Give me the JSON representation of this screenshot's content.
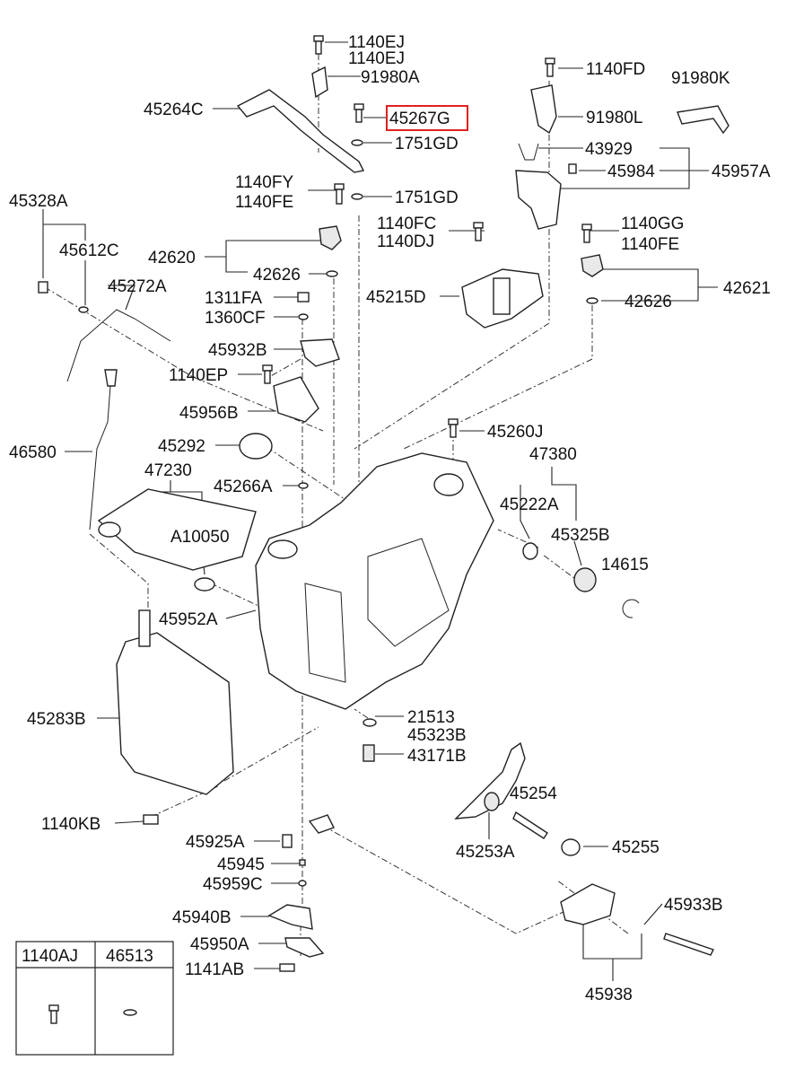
{
  "highlight_color": "#e02020",
  "highlighted_part": "45267G",
  "labels": {
    "l_1140EJ_a": "1140EJ",
    "l_1140EJ_b": "1140EJ",
    "l_91980A": "91980A",
    "l_45264C": "45264C",
    "l_45267G": "45267G",
    "l_1751GD_a": "1751GD",
    "l_1140FY": "1140FY",
    "l_1140FE_a": "1140FE",
    "l_1751GD_b": "1751GD",
    "l_1140FD": "1140FD",
    "l_91980L": "91980L",
    "l_91980K": "91980K",
    "l_43929": "43929",
    "l_45984": "45984",
    "l_45957A": "45957A",
    "l_1140FC": "1140FC",
    "l_1140DJ": "1140DJ",
    "l_1140GG": "1140GG",
    "l_1140FE_b": "1140FE",
    "l_45328A": "45328A",
    "l_45612C": "45612C",
    "l_42620": "42620",
    "l_42626_a": "42626",
    "l_45272A": "45272A",
    "l_45215D": "45215D",
    "l_42621": "42621",
    "l_1311FA": "1311FA",
    "l_1360CF": "1360CF",
    "l_42626_b": "42626",
    "l_45932B": "45932B",
    "l_1140EP": "1140EP",
    "l_45956B": "45956B",
    "l_45260J": "45260J",
    "l_46580": "46580",
    "l_45292": "45292",
    "l_47380": "47380",
    "l_47230": "47230",
    "l_45266A": "45266A",
    "l_45222A": "45222A",
    "l_A10050": "A10050",
    "l_45325B": "45325B",
    "l_14615": "14615",
    "l_45952A": "45952A",
    "l_45283B": "45283B",
    "l_21513": "21513",
    "l_45323B": "45323B",
    "l_43171B": "43171B",
    "l_45254": "45254",
    "l_1140KB": "1140KB",
    "l_45253A": "45253A",
    "l_45925A": "45925A",
    "l_45255": "45255",
    "l_45945": "45945",
    "l_45959C": "45959C",
    "l_45933B": "45933B",
    "l_45940B": "45940B",
    "l_45950A": "45950A",
    "l_1141AB": "1141AB",
    "l_45938": "45938"
  },
  "legend_table": {
    "col1": "1140AJ",
    "col2": "46513"
  }
}
